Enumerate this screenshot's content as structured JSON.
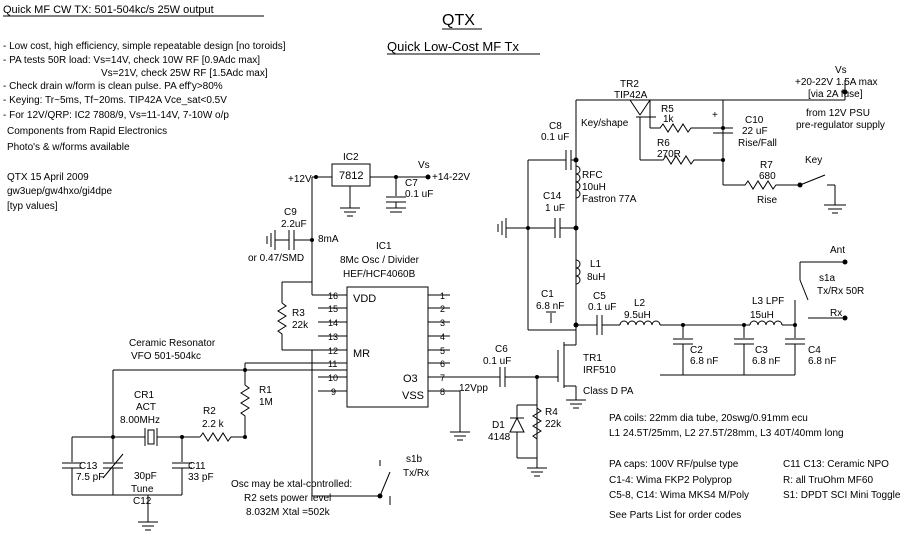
{
  "header": {
    "title_left": "Quick MF CW TX: 501-504kc/s  25W output",
    "title_main": "QTX",
    "subtitle_main": "Quick Low-Cost MF Tx"
  },
  "notes": [
    "- Low cost, high efficiency, simple repeatable design [no toroids]",
    "- PA tests 50R load:  Vs=14V, check 10W RF  [0.9Adc max]",
    "Vs=21V, check 25W RF  [1.5Adc max]",
    "- Check drain w/form is clean pulse. PA eff'y>80%",
    "- Keying: Tr~5ms, Tf~20ms. TIP42A Vce_sat<0.5V",
    "- For 12V/QRP: IC2 7808/9, Vs=11-14V, 7-10W o/p",
    "Components from Rapid Electronics",
    "Photo's & w/forms available"
  ],
  "credits": [
    "QTX 15 April 2009",
    "gw3uep/gw4hxo/gi4dpe",
    "[typ values]"
  ],
  "supply": {
    "vs": "Vs",
    "range": "+20-22V 1.5A max",
    "fuse": "[via 2A fuse]",
    "from1": "from 12V PSU",
    "from2": "pre-regulator supply"
  },
  "labels": {
    "tr2": "TR2",
    "tr2_part": "TIP42A",
    "keyshape": "Key/shape",
    "r5": "R5",
    "r5v": "1k",
    "r6": "R6",
    "r6v": "270R",
    "c10": "C10",
    "c10v": "22 uF",
    "c10n": "Rise/Fall",
    "r7": "R7",
    "r7v": "680",
    "rise": "Rise",
    "key": "Key",
    "c8": "C8",
    "c8v": "0.1 uF",
    "rfc": "RFC",
    "rfcv": "10uH",
    "rfcp": "Fastron 77A",
    "c14": "C14",
    "c14v": "1 uF",
    "l1": "L1",
    "l1v": "8uH",
    "c1": "C1",
    "c1v": "6.8 nF",
    "c5": "C5",
    "c5v": "0.1 uF",
    "l2": "L2",
    "l2v": "9.5uH",
    "l3": "L3 LPF",
    "l3v": "15uH",
    "c2": "C2",
    "c2v": "6.8 nF",
    "c3": "C3",
    "c3v": "6.8 nF",
    "c4": "C4",
    "c4v": "6.8 nF",
    "ant": "Ant",
    "s1a": "s1a",
    "txrx50": "Tx/Rx 50R",
    "rx": "Rx",
    "tr1": "TR1",
    "tr1_part": "IRF510",
    "classd": "Class D PA",
    "d1": "D1",
    "d1v": "4148",
    "r4": "R4",
    "r4v": "22k",
    "c6": "C6",
    "c6v": "0.1 uF",
    "vpp": "12Vpp",
    "ic2": "IC2",
    "ic2_part": "7812",
    "plus12": "+12V",
    "vs2": "Vs",
    "vs2r": "+14-22V",
    "c7": "C7",
    "c7v": "0.1 uF",
    "c9": "C9",
    "c9v": "2.2uF",
    "ma8": "8mA",
    "orsmd": "or 0.47/SMD",
    "ic1": "IC1",
    "ic1_d": "8Mc Osc / Divider",
    "ic1_p": "HEF/HCF4060B",
    "vdd": "VDD",
    "mr": "MR",
    "o3": "O3",
    "vss": "VSS",
    "r3": "R3",
    "r3v": "22k",
    "cer1": "Ceramic Resonator",
    "cer2": "VFO 501-504kc",
    "cr1": "CR1",
    "cr1a": "ACT",
    "cr1f": "8.00MHz",
    "r1": "R1",
    "r1v": "1M",
    "r2": "R2",
    "r2v": "2.2 k",
    "c13": "C13",
    "c13v": "7.5 pF",
    "c12v": "30pF",
    "tune": "Tune",
    "c12": "C12",
    "c11": "C11",
    "c11v": "33 pF",
    "s1b": "s1b",
    "s1bn": "Tx/Rx"
  },
  "pins_left": [
    "16",
    "15",
    "14",
    "13",
    "12",
    "11",
    "10",
    "9"
  ],
  "pins_right": [
    "1",
    "2",
    "3",
    "4",
    "5",
    "6",
    "7",
    "8"
  ],
  "osc_notes": [
    "Osc may be xtal-controlled:",
    "R2 sets power level",
    "8.032M Xtal =502k"
  ],
  "coil_notes": [
    "PA coils: 22mm dia tube, 20swg/0.91mm ecu",
    "L1 24.5T/25mm, L2 27.5T/28mm, L3 40T/40mm long"
  ],
  "cap_notes": [
    "PA caps: 100V RF/pulse type",
    "C1-4: Wima FKP2 Polyprop",
    "C5-8, C14: Wima MKS4 M/Poly",
    "See Parts List for order codes"
  ],
  "misc_notes": [
    "C11 C13: Ceramic NPO",
    "R: all TruOhm MF60",
    "S1: DPDT SCI Mini Toggle"
  ]
}
